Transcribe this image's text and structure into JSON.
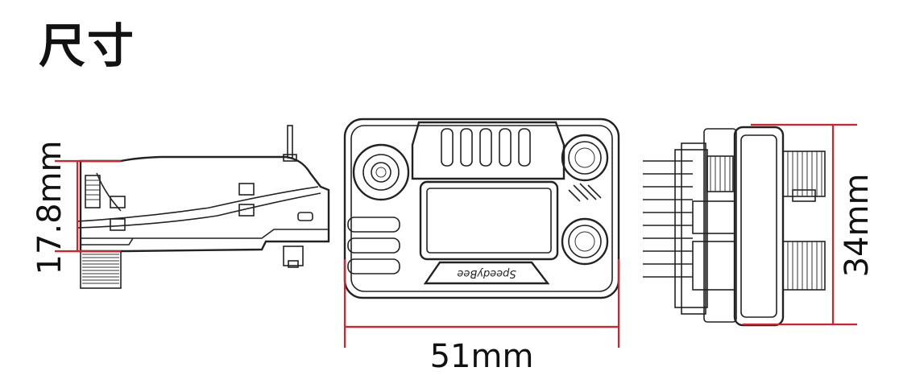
{
  "title": "尺寸",
  "dimensions": {
    "height_side": "17.8mm",
    "width_front": "51mm",
    "height_right": "34mm"
  },
  "brand_logo": "SpeedyBee",
  "colors": {
    "dimension_line": "#d6202a",
    "drawing_line": "#222222"
  }
}
